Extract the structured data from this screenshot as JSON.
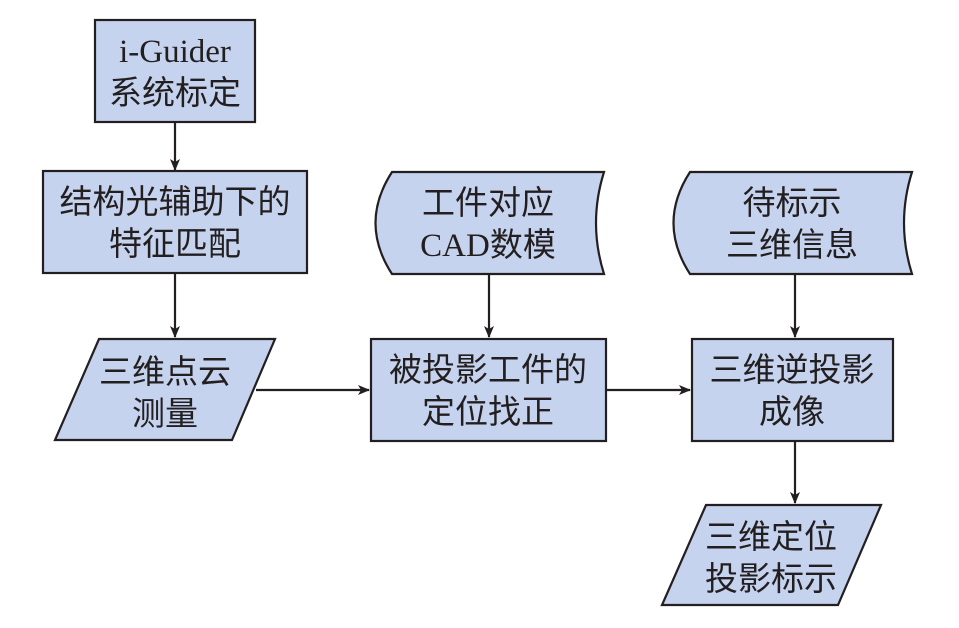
{
  "nodes": {
    "calibration": {
      "line1": "i-Guider",
      "line2": "系统标定"
    },
    "feature_match": {
      "line1": "结构光辅助下的",
      "line2": "特征匹配"
    },
    "point_cloud": {
      "line1": "三维点云",
      "line2": "测量"
    },
    "cad_model": {
      "line1": "工件对应",
      "line2": "CAD数模"
    },
    "workpiece_align": {
      "line1": "被投影工件的",
      "line2": "定位找正"
    },
    "info_3d": {
      "line1": "待标示",
      "line2": "三维信息"
    },
    "reverse_projection": {
      "line1": "三维逆投影",
      "line2": "成像"
    },
    "projection_marking": {
      "line1": "三维定位",
      "line2": "投影标示"
    }
  },
  "edges": [
    {
      "from": "calibration",
      "to": "feature_match"
    },
    {
      "from": "feature_match",
      "to": "point_cloud"
    },
    {
      "from": "point_cloud",
      "to": "workpiece_align"
    },
    {
      "from": "cad_model",
      "to": "workpiece_align"
    },
    {
      "from": "workpiece_align",
      "to": "reverse_projection"
    },
    {
      "from": "info_3d",
      "to": "reverse_projection"
    },
    {
      "from": "reverse_projection",
      "to": "projection_marking"
    }
  ],
  "colors": {
    "node_fill": "#c5d3ee",
    "stroke": "#231f20",
    "background": "#ffffff"
  }
}
